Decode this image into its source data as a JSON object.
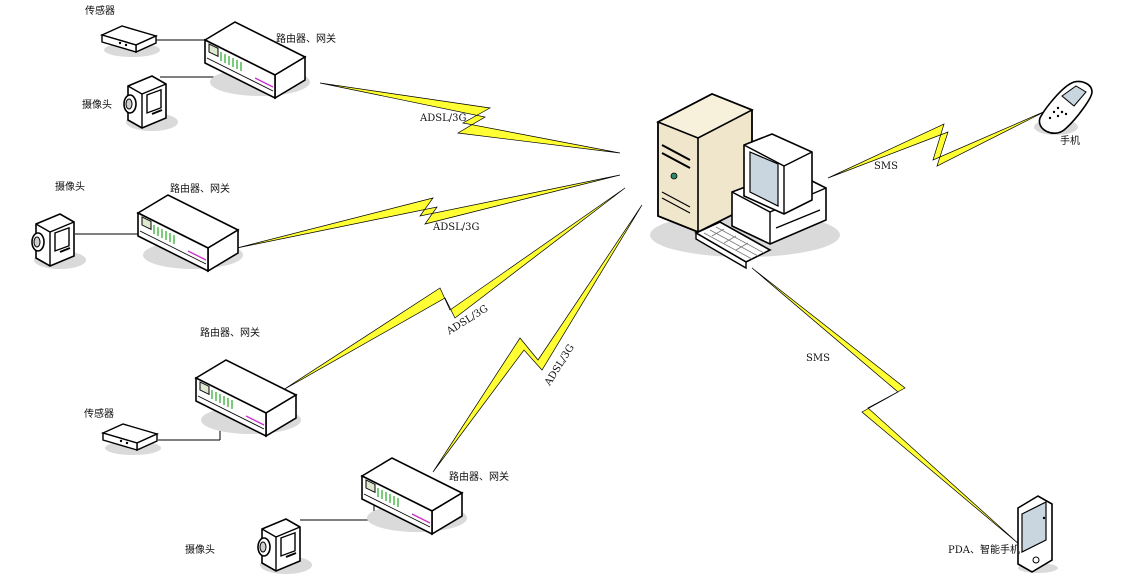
{
  "labels": {
    "sensor_1": "传感器",
    "router_1": "路由器、网关",
    "camera_1": "摄像头",
    "camera_2": "摄像头",
    "router_2": "路由器、网关",
    "router_3": "路由器、网关",
    "sensor_2": "传感器",
    "router_4": "路由器、网关",
    "camera_3": "摄像头",
    "link_1": "ADSL/3G",
    "link_2": "ADSL/3G",
    "link_3": "ADSL/3G",
    "link_4": "ADSL/3G",
    "sms_1": "SMS",
    "sms_2": "SMS",
    "phone": "手机",
    "pda": "PDA、智能手机"
  },
  "colors": {
    "lightning": "#ffff33",
    "outline": "#000000",
    "device_body": "#ffffff",
    "server_body": "#efe6cc",
    "shadow": "#d9d9d9",
    "led_green": "#22aa22",
    "led_magenta": "#cc33cc"
  }
}
